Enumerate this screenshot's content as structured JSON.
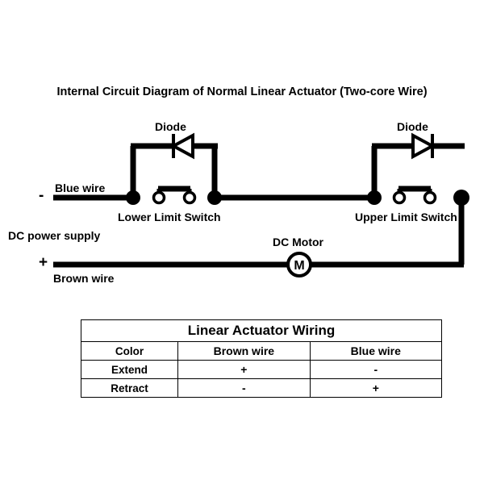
{
  "title": "Internal Circuit Diagram of Normal Linear Actuator (Two-core Wire)",
  "circuit": {
    "diode_left_label": "Diode",
    "diode_right_label": "Diode",
    "blue_wire_label": "Blue wire",
    "brown_wire_label": "Brown wire",
    "power_supply_label": "DC power supply",
    "lower_limit_switch_label": "Lower Limit Switch",
    "upper_limit_switch_label": "Upper Limit Switch",
    "dc_motor_label": "DC Motor",
    "motor_symbol": "M",
    "negative_terminal": "-",
    "positive_terminal": "+",
    "wire_color": "#000000",
    "background_color": "#ffffff"
  },
  "table": {
    "title": "Linear Actuator Wiring",
    "headers": [
      "Color",
      "Brown wire",
      "Blue wire"
    ],
    "rows": [
      {
        "label": "Extend",
        "brown": "+",
        "blue": "-"
      },
      {
        "label": "Retract",
        "brown": "-",
        "blue": "+"
      }
    ]
  }
}
